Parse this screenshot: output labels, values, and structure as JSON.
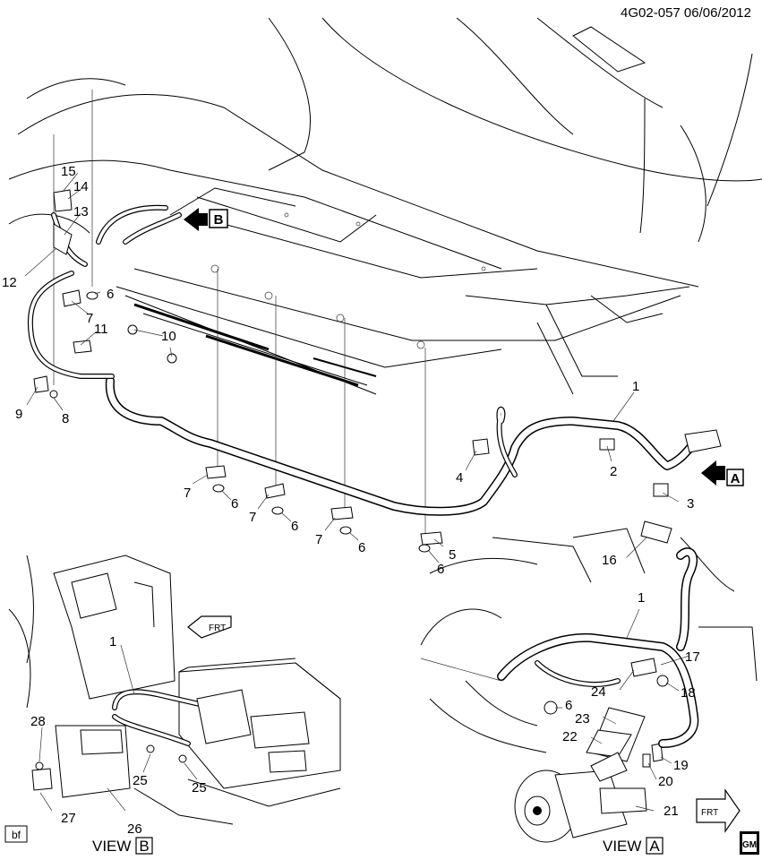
{
  "header": {
    "code": "4G02-057  06/06/2012"
  },
  "tags": {
    "bf": "bf",
    "gm": "GM"
  },
  "views": {
    "b": {
      "prefix": "VIEW",
      "letter": "B"
    },
    "a": {
      "prefix": "VIEW",
      "letter": "A"
    }
  },
  "arrows": {
    "b": "B",
    "a": "A",
    "frt": "FRT"
  },
  "callouts": {
    "c1": "1",
    "c2": "2",
    "c3": "3",
    "c4": "4",
    "c5": "5",
    "c6a": "6",
    "c6b": "6",
    "c6c": "6",
    "c6d": "6",
    "c6e": "6",
    "c6f": "6",
    "c7a": "7",
    "c7b": "7",
    "c7c": "7",
    "c7d": "7",
    "c8": "8",
    "c9": "9",
    "c10": "10",
    "c11": "11",
    "c12": "12",
    "c13": "13",
    "c14": "14",
    "c15": "15",
    "c1b": "1",
    "c25a": "25",
    "c25b": "25",
    "c26": "26",
    "c27": "27",
    "c28": "28",
    "c1a": "1",
    "c16": "16",
    "c17": "17",
    "c18": "18",
    "c19": "19",
    "c20": "20",
    "c21": "21",
    "c22": "22",
    "c23": "23",
    "c24": "24"
  }
}
